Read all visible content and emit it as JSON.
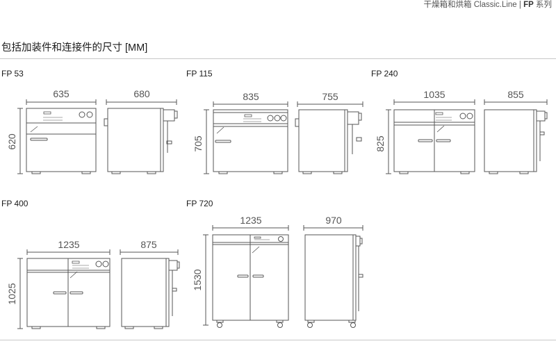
{
  "header": {
    "series_text": "干燥箱和烘箱 Classic.Line | ",
    "series_bold": "FP",
    "series_suffix": " 系列"
  },
  "section_title": "包括加装件和连接件的尺寸 [MM]",
  "models": [
    {
      "name": "FP 53",
      "width": "635",
      "depth": "680",
      "height": "620"
    },
    {
      "name": "FP 115",
      "width": "835",
      "depth": "755",
      "height": "705"
    },
    {
      "name": "FP 240",
      "width": "1035",
      "depth": "855",
      "height": "825"
    },
    {
      "name": "FP 400",
      "width": "1235",
      "depth": "875",
      "height": "1025"
    },
    {
      "name": "FP 720",
      "width": "1235",
      "depth": "970",
      "height": "1530"
    }
  ],
  "colors": {
    "line": "#555555",
    "rule": "#c8c8c8",
    "text": "#1a1a1a"
  }
}
